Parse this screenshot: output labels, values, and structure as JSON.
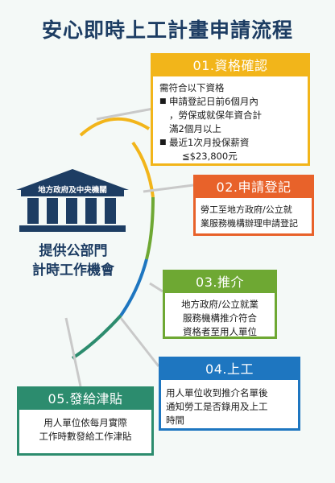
{
  "title": "安心即時上工計畫申請流程",
  "center": {
    "agency_label": "地方政府及中央機關",
    "caption_line1": "提供公部門",
    "caption_line2": "計時工作機會"
  },
  "steps": [
    {
      "label": "01.資格確認",
      "color": "#f2b51a",
      "intro": "需符合以下資格",
      "requirements": [
        {
          "line1": "申請登記日前6個月內",
          "line2": "，勞保或就保年資合計",
          "line3": "滿2個月以上"
        },
        {
          "line1": "最近1次月投保薪資",
          "line2": "≦$23,800元"
        }
      ]
    },
    {
      "label": "02.申請登記",
      "color": "#e8622a",
      "body_line1": "勞工至地方政府/公立就",
      "body_line2": "業服務機構辦理申請登記"
    },
    {
      "label": "03.推介",
      "color": "#6ea833",
      "body_line1": "地方政府/公立就業",
      "body_line2": "服務機構推介符合",
      "body_line3": "資格者至用人單位"
    },
    {
      "label": "04.上工",
      "color": "#1e76c0",
      "body_line1": "用人單位收到推介名單後",
      "body_line2": "通知勞工是否錄用及上工",
      "body_line3": "時間"
    },
    {
      "label": "05.發給津貼",
      "color": "#2c8c6e",
      "body_line1": "用人單位依每月實際",
      "body_line2": "工作時數發給工作津貼"
    }
  ],
  "colors": {
    "title": "#1d3d63",
    "building": "#1d3d63",
    "connector": "#c9c9c9"
  }
}
